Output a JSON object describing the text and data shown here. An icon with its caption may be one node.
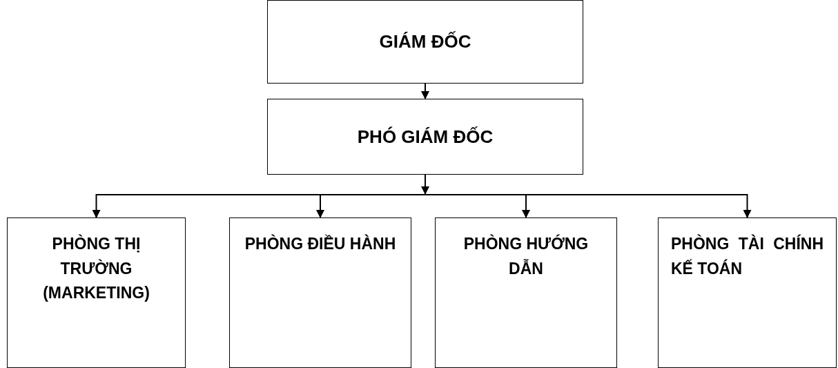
{
  "diagram": {
    "nodes": [
      {
        "text": [
          "GIÁM ĐỐC"
        ]
      },
      {
        "text": [
          "PHÓ GIÁM ĐỐC"
        ]
      },
      {
        "text": [
          "PHÒNG THỊ TRƯỜNG (MARKETING)"
        ]
      },
      {
        "text": [
          "PHÒNG ĐIỀU HÀNH"
        ]
      },
      {
        "text": [
          "PHÒNG HƯỚNG DẪN"
        ]
      },
      {
        "text": [
          "PHÒNG TÀI CHÍNH KẾ TOÁN"
        ]
      }
    ],
    "edges": [
      {
        "from": 0,
        "to": 1,
        "arrow": "to"
      },
      {
        "from": 1,
        "to": 2,
        "arrow": "to"
      },
      {
        "from": 1,
        "to": 3,
        "arrow": "to"
      },
      {
        "from": 1,
        "to": 4,
        "arrow": "to"
      },
      {
        "from": 1,
        "to": 5,
        "arrow": "to"
      }
    ]
  }
}
